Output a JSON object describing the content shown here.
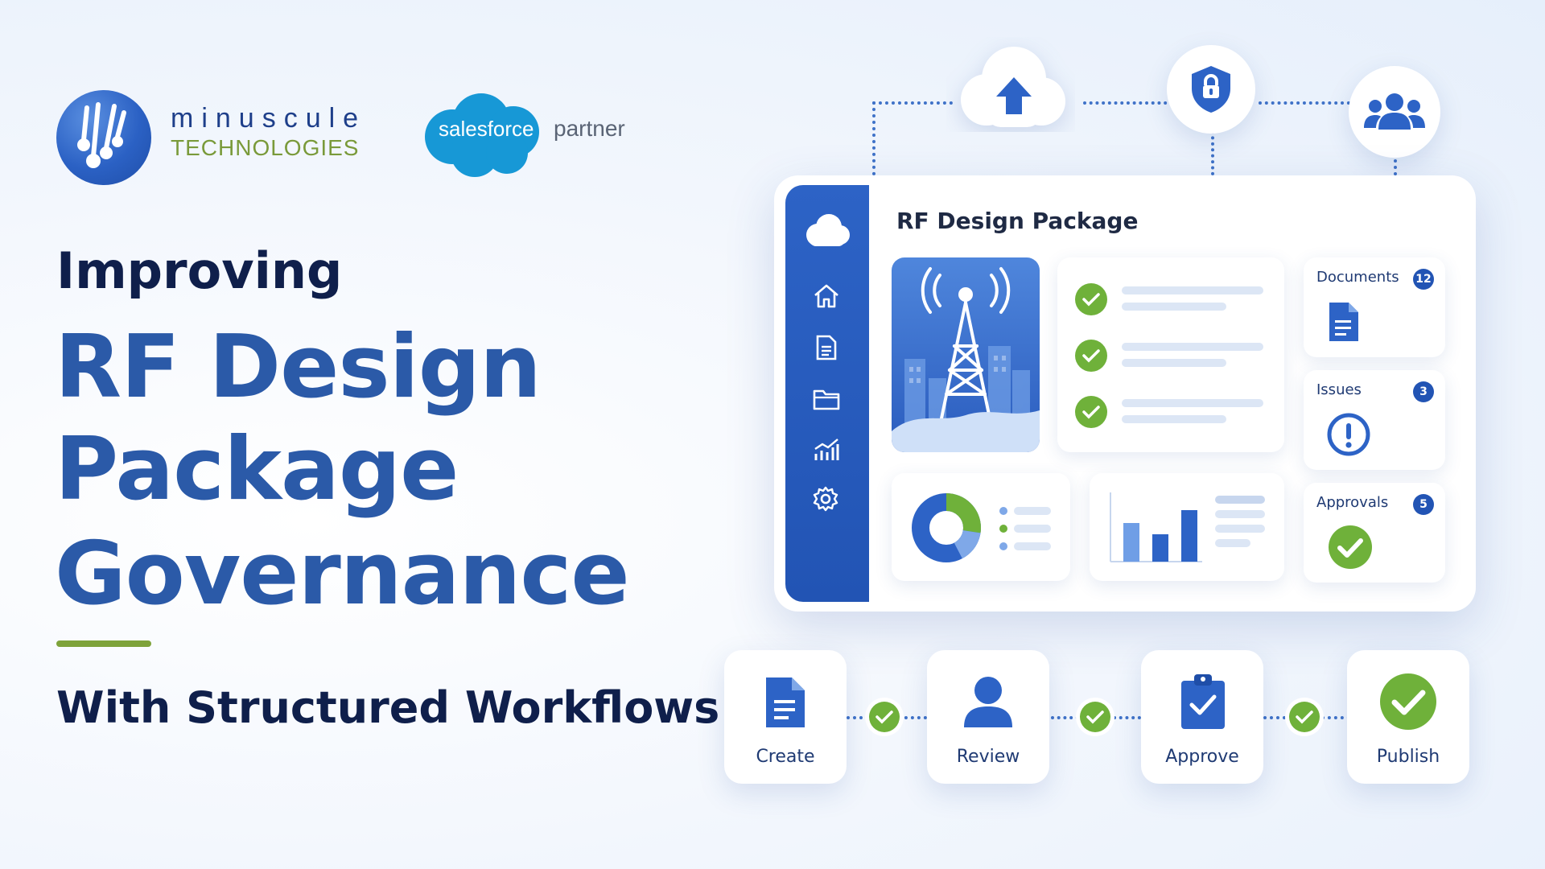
{
  "brand": {
    "name_line1": "minuscule",
    "name_line2": "TECHNOLOGIES",
    "salesforce": "salesforce",
    "partner": "partner"
  },
  "hero": {
    "kicker": "Improving",
    "title_line1": "RF Design",
    "title_line2": "Package",
    "title_line3": "Governance",
    "subtitle": "With Structured Workflows"
  },
  "dashboard": {
    "title": "RF Design Package",
    "stats": [
      {
        "label": "Documents",
        "count": "12"
      },
      {
        "label": "Issues",
        "count": "3"
      },
      {
        "label": "Approvals",
        "count": "5"
      }
    ]
  },
  "workflow": {
    "steps": [
      {
        "label": "Create"
      },
      {
        "label": "Review"
      },
      {
        "label": "Approve"
      },
      {
        "label": "Publish"
      }
    ]
  },
  "colors": {
    "primary_blue": "#2b5aa8",
    "dark_navy": "#0f1f4b",
    "accent_green": "#6fb13a",
    "salesforce_blue": "#1798d6"
  },
  "icons": [
    "upload-cloud-icon",
    "security-lock-icon",
    "users-group-icon",
    "cloud-icon",
    "home-icon",
    "document-icon",
    "folder-icon",
    "analytics-icon",
    "settings-icon",
    "cell-tower-icon",
    "check-circle-icon",
    "file-icon",
    "alert-icon",
    "donut-chart-icon",
    "bar-chart-icon",
    "user-icon",
    "clipboard-check-icon"
  ]
}
